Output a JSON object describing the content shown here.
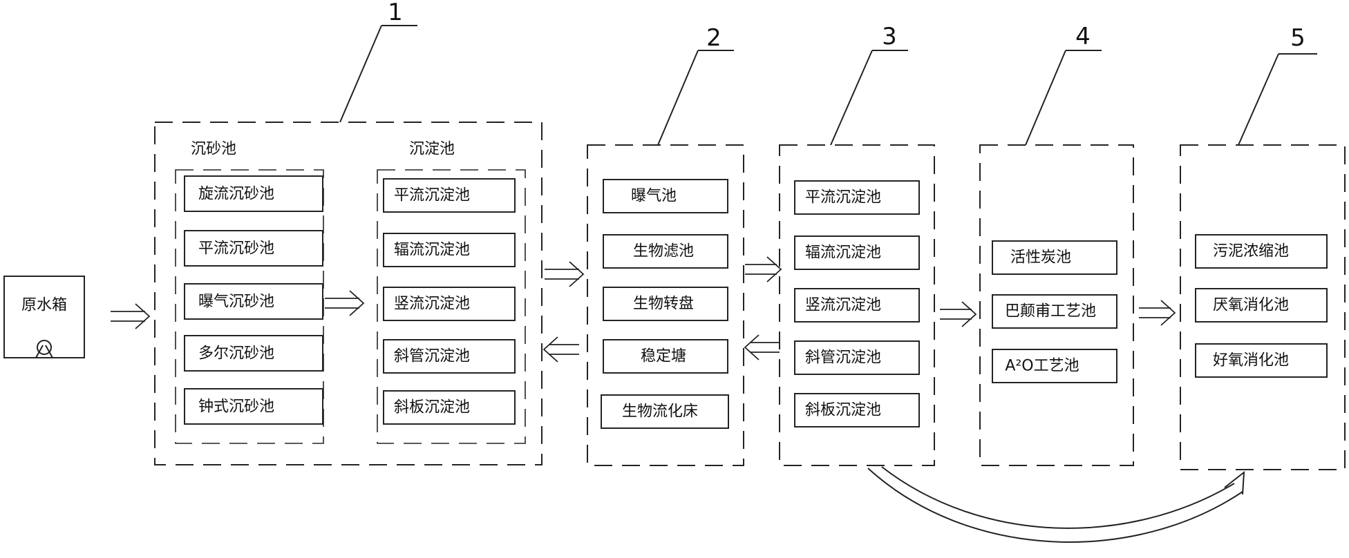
{
  "raw_tank": "原水箱",
  "stage1": {
    "number": "1",
    "grit": {
      "title": "沉砂池",
      "items": [
        "旋流沉砂池",
        "平流沉砂池",
        "曝气沉砂池",
        "多尔沉砂池",
        "钟式沉砂池"
      ]
    },
    "sedimentation": {
      "title": "沉淀池",
      "items": [
        "平流沉淀池",
        "辐流沉淀池",
        "竖流沉淀池",
        "斜管沉淀池",
        "斜板沉淀池"
      ]
    }
  },
  "stage2": {
    "number": "2",
    "items": [
      "曝气池",
      "生物滤池",
      "生物转盘",
      "稳定塘",
      "生物流化床"
    ]
  },
  "stage3": {
    "number": "3",
    "items": [
      "平流沉淀池",
      "辐流沉淀池",
      "竖流沉淀池",
      "斜管沉淀池",
      "斜板沉淀池"
    ]
  },
  "stage4": {
    "number": "4",
    "items": [
      "活性炭池",
      "巴颠甫工艺池",
      "A²O工艺池"
    ]
  },
  "stage5": {
    "number": "5",
    "items": [
      "污泥浓缩池",
      "厌氧消化池",
      "好氧消化池"
    ]
  }
}
